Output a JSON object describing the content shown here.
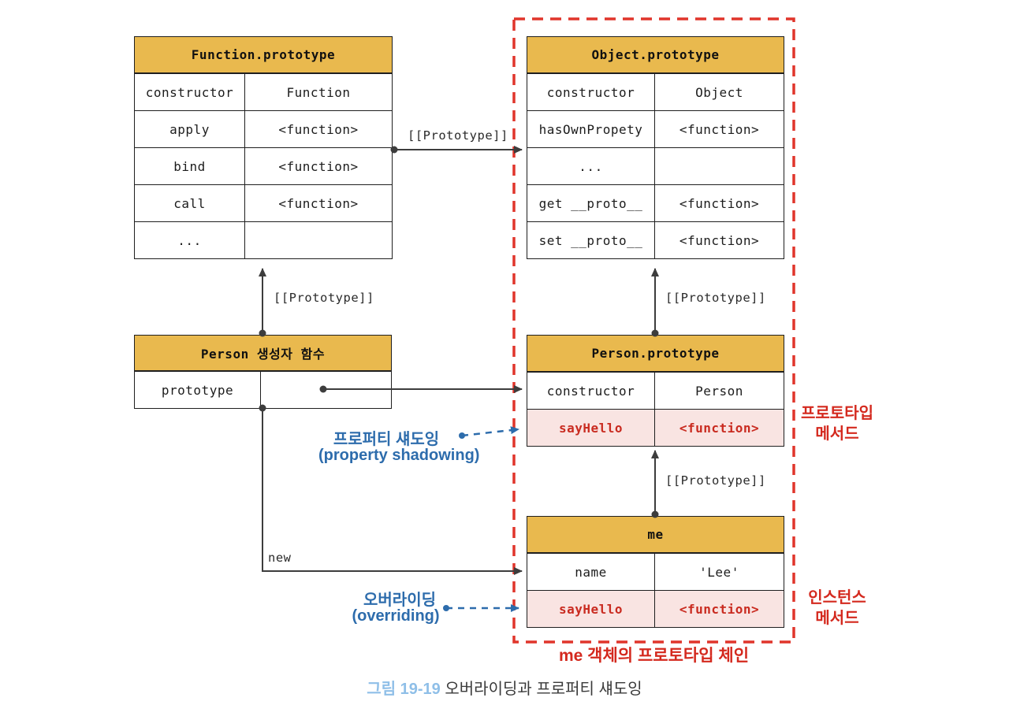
{
  "colors": {
    "header_bg": "#e9b94e",
    "highlight_bg": "#f9e4e2",
    "highlight_text": "#c92b20",
    "red_accent": "#e0352b",
    "blue_accent": "#2d6cac",
    "caption_blue": "#8fbfe8"
  },
  "tables": {
    "function_prototype": {
      "title": "Function.prototype",
      "rows": [
        [
          "constructor",
          "Function"
        ],
        [
          "apply",
          "<function>"
        ],
        [
          "bind",
          "<function>"
        ],
        [
          "call",
          "<function>"
        ],
        [
          "...",
          ""
        ]
      ]
    },
    "object_prototype": {
      "title": "Object.prototype",
      "rows": [
        [
          "constructor",
          "Object"
        ],
        [
          "hasOwnPropety",
          "<function>"
        ],
        [
          "...",
          ""
        ],
        [
          "get __proto__",
          "<function>"
        ],
        [
          "set __proto__",
          "<function>"
        ]
      ]
    },
    "person_constructor": {
      "title": "Person 생성자 함수",
      "rows": [
        [
          "prototype",
          ""
        ]
      ]
    },
    "person_prototype": {
      "title": "Person.prototype",
      "rows": [
        [
          "constructor",
          "Person"
        ],
        [
          "sayHello",
          "<function>"
        ]
      ]
    },
    "me": {
      "title": "me",
      "rows": [
        [
          "name",
          "'Lee'"
        ],
        [
          "sayHello",
          "<function>"
        ]
      ]
    }
  },
  "labels": {
    "prototype_link_top": "[[Prototype]]",
    "prototype_link_left": "[[Prototype]]",
    "prototype_link_right_upper": "[[Prototype]]",
    "prototype_link_right_lower": "[[Prototype]]",
    "new_keyword": "new",
    "property_shadowing_ko": "프로퍼티 섀도잉",
    "property_shadowing_en": "(property shadowing)",
    "overriding_ko": "오버라이딩",
    "overriding_en": "(overriding)",
    "prototype_method_line1": "프로토타입",
    "prototype_method_line2": "메서드",
    "instance_method_line1": "인스턴스",
    "instance_method_line2": "메서드",
    "chain_label": "me 객체의 프로토타입 체인"
  },
  "caption": {
    "number": "그림 19-19",
    "text": " 오버라이딩과 프로퍼티 섀도잉"
  }
}
